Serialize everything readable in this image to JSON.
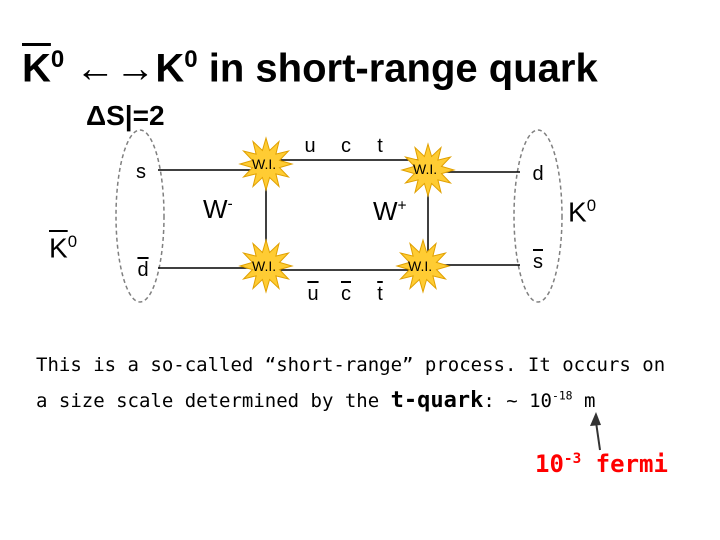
{
  "title": {
    "k0bar": "K",
    "k0bar_sup": "0",
    "arrow": "←→",
    "k0": "K",
    "k0_sup": "0",
    "rest": " in short-range quark"
  },
  "delta_s": "ΔS|=2",
  "mesons": {
    "left_label": "K",
    "left_sup": "0",
    "right_label": "K",
    "right_sup": "0"
  },
  "quarks": {
    "left_top": "s",
    "left_bottom": "d",
    "right_top": "d",
    "right_bottom": "s",
    "top_u": "u",
    "top_c": "c",
    "top_t": "t",
    "bottom_u": "u",
    "bottom_c": "c",
    "bottom_t": "t"
  },
  "vertex_label": "W.I.",
  "bosons": {
    "w_minus": "W",
    "w_minus_sup": "-",
    "w_plus": "W",
    "w_plus_sup": "+"
  },
  "caption": {
    "line1": "This is a so-called “short-range” process.  It occurs on",
    "line2_pre": "a size scale determined by the ",
    "line2_bold": "t-quark",
    "line2_post": ": ~ 10",
    "line2_exp": "-18",
    "line2_unit": " m"
  },
  "annotation": {
    "value": "10",
    "exp": "-3",
    "unit": " fermi"
  },
  "colors": {
    "burst_fill": "#ffcc33",
    "burst_stroke": "#e0a000",
    "oval_stroke": "#808080",
    "annotation": "#ff0000"
  }
}
